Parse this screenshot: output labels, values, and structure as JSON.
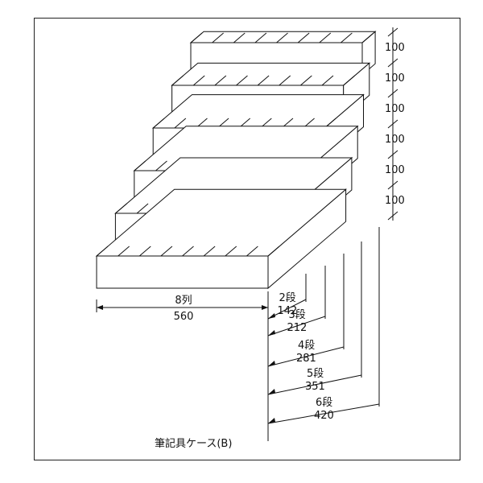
{
  "caption": "筆記具ケース(B)",
  "tier_height_label": "100",
  "tier_count": 6,
  "columns_label": "8列",
  "width_label": "560",
  "depths": [
    {
      "tier": "2段",
      "value": "142"
    },
    {
      "tier": "3段",
      "value": "212"
    },
    {
      "tier": "4段",
      "value": "281"
    },
    {
      "tier": "5段",
      "value": "351"
    },
    {
      "tier": "6段",
      "value": "420"
    }
  ],
  "colors": {
    "line": "#111111",
    "background": "#ffffff"
  }
}
